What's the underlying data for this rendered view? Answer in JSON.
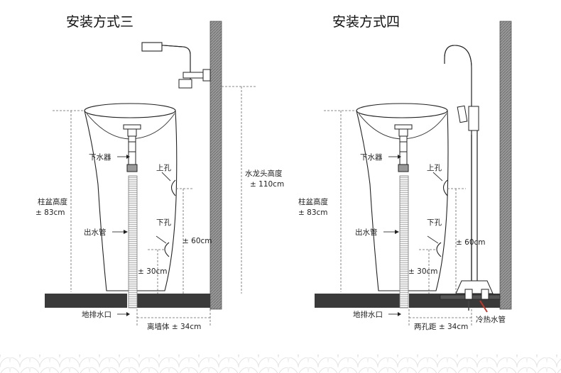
{
  "titles": {
    "method3": "安装方式三",
    "method4": "安装方式四"
  },
  "labels3": {
    "drain_valve": "下水器",
    "upper_hole": "上孔",
    "lower_hole": "下孔",
    "outlet_pipe": "出水管",
    "basin_height_title": "柱盆高度",
    "basin_height_value": "± 83cm",
    "faucet_height_title": "水龙头高度",
    "faucet_height_value": "± 110cm",
    "dim_60": "± 60cm",
    "dim_30": "± 30cm",
    "floor_drain": "地排水口",
    "wall_distance": "离墙体 ± 34cm"
  },
  "labels4": {
    "drain_valve": "下水器",
    "upper_hole": "上孔",
    "lower_hole": "下孔",
    "outlet_pipe": "出水管",
    "basin_height_title": "柱盆高度",
    "basin_height_value": "± 83cm",
    "dim_60": "± 60cm",
    "dim_30": "± 30cm",
    "floor_drain": "地排水口",
    "hole_distance": "两孔距 ± 34cm",
    "hot_cold_pipe": "冷热水管"
  },
  "colors": {
    "wall": "#8a8a8a",
    "floor": "#3a3a3a",
    "hose": "#d0d0d0",
    "hot_pipe": "#c0392b"
  }
}
